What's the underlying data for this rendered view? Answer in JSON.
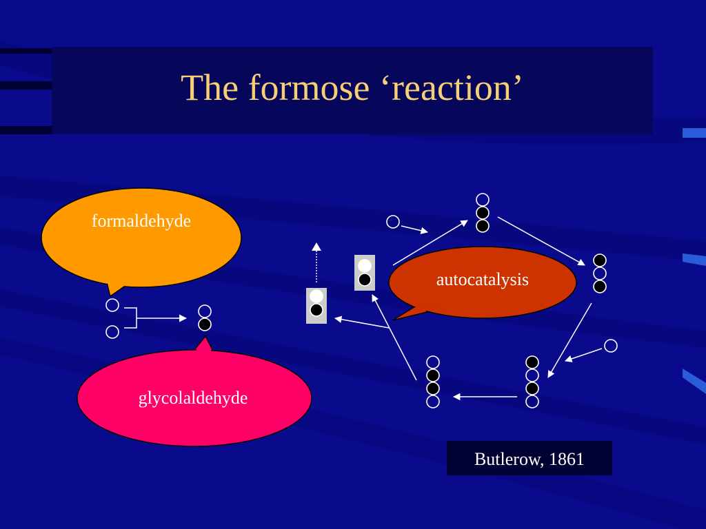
{
  "slide": {
    "title": "The formose ‘reaction’"
  },
  "bubbles": {
    "formaldehyde": {
      "text": "formaldehyde",
      "color": "#ff9900"
    },
    "glycolaldehyde": {
      "text": "glycolaldehyde",
      "color": "#ff0066"
    },
    "autocatalysis": {
      "text": "autocatalysis",
      "color": "#cc3300"
    }
  },
  "credit": {
    "text": "Butlerow, 1861"
  },
  "colors": {
    "background": "#0a0a8c",
    "title_box": "#06065a",
    "title_text": "#f6cf76",
    "stripe": "#000033",
    "accent_bar": "#2a5bd8",
    "atom_open": "#ffffff",
    "atom_filled": "#000000",
    "highlight_box": "#cccccc"
  }
}
